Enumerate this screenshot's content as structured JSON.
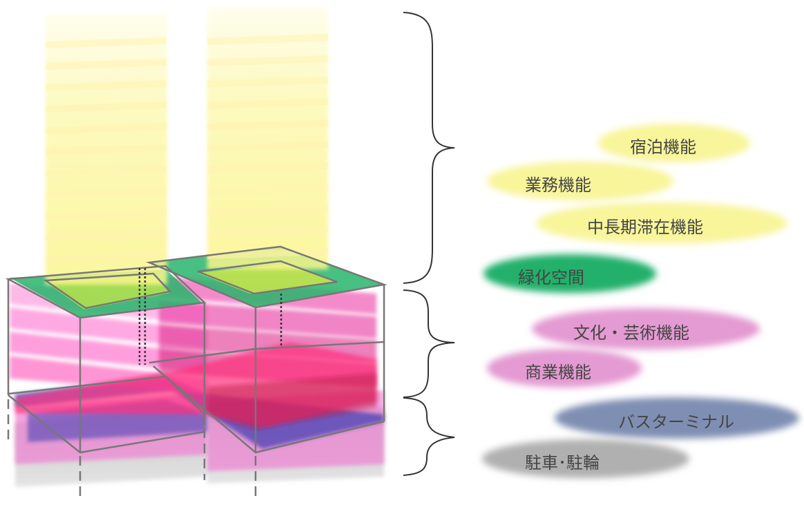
{
  "labels": {
    "lodging": "宿泊機能",
    "business": "業務機能",
    "long_stay": "中長期滞在機能",
    "green_space": "緑化空間",
    "culture_arts": "文化・芸術機能",
    "commercial": "商業機能",
    "bus_terminal": "バスターミナル",
    "parking": "駐車･駐輪"
  },
  "colors": {
    "lodging": "#f8f59a",
    "business": "#f8f59a",
    "long_stay": "#f8f59a",
    "green_space": "#23b06a",
    "culture_arts": "#e49ad2",
    "commercial": "#e49ad2",
    "bus_terminal": "#7f8fb3",
    "parking": "#b0b0b0",
    "tower_yellow": "#fbf58c",
    "roof_green": "#27b56b",
    "podium_pink": "#ff5fc6",
    "podium_hot_pink": "#ff2e7c",
    "bus_floor": "#3d3ab0",
    "parking_pink": "#ee85d4",
    "frame_gray": "#777777"
  }
}
